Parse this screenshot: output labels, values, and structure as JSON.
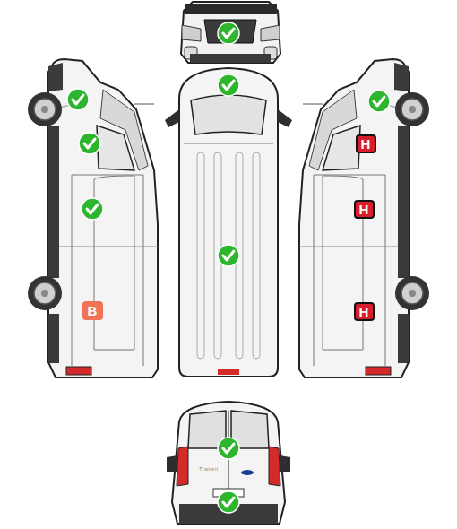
{
  "diagram": {
    "nodes": [
      {
        "text": [
          "H"
        ]
      },
      {
        "text": [
          "H"
        ]
      },
      {
        "text": [
          "B"
        ]
      },
      {
        "text": [
          "H"
        ]
      }
    ],
    "labels": [
      "Transit"
    ]
  }
}
